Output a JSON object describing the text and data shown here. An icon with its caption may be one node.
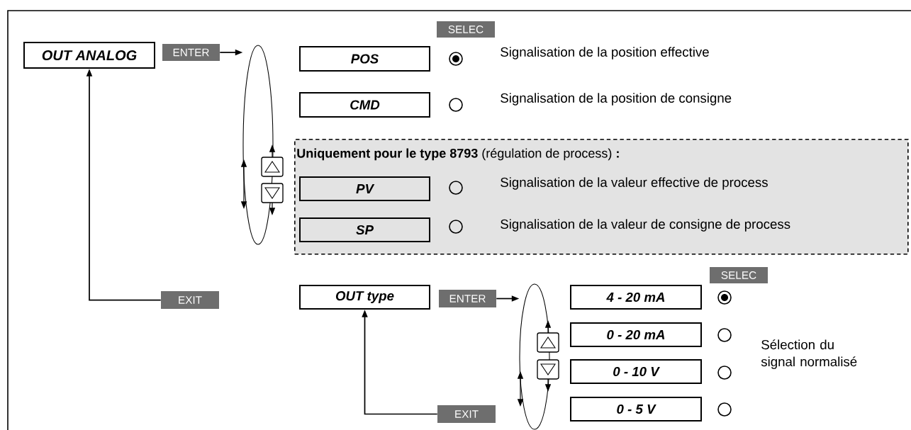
{
  "diagram": {
    "nodes": [
      {
        "text": [
          "OUT ANALOG"
        ]
      },
      {
        "text": [
          "ENTER"
        ]
      },
      {
        "text": [],
        "shape": "ellipse"
      },
      {
        "text": [
          "POS"
        ]
      },
      {
        "text": [
          "CMD"
        ]
      },
      {
        "text": [
          "**Uniquement pour le type 8793** (régulation de process) **:**"
        ]
      },
      {
        "text": [
          "PV"
        ],
        "in": 5
      },
      {
        "text": [
          "SP"
        ],
        "in": 5
      },
      {
        "text": [
          "EXIT"
        ]
      },
      {
        "text": [
          "OUT type"
        ]
      },
      {
        "text": [
          "ENTER"
        ]
      },
      {
        "text": [],
        "shape": "ellipse"
      },
      {
        "text": [
          "4 - 20 mA"
        ]
      },
      {
        "text": [
          "0 - 20 mA"
        ]
      },
      {
        "text": [
          "0 - 10 V"
        ]
      },
      {
        "text": [
          "0 - 5 V"
        ]
      },
      {
        "text": [
          "EXIT"
        ]
      },
      {
        "text": [
          "SELEC"
        ]
      },
      {
        "text": [
          "SELEC"
        ]
      }
    ],
    "edges": [
      {
        "from": 1,
        "to": 2,
        "arrow": "to"
      },
      {
        "from": 8,
        "to": 0,
        "arrow": "to"
      },
      {
        "from": 10,
        "to": 11,
        "arrow": "to"
      },
      {
        "from": 16,
        "to": 9,
        "arrow": "to"
      }
    ],
    "labels": [
      "Signalisation de la position effective",
      "Signalisation de la position de consigne",
      "Signalisation de la valeur effective de process",
      "Signalisation de la valeur de consigne de process",
      "Sélection du signal normalisé"
    ]
  }
}
